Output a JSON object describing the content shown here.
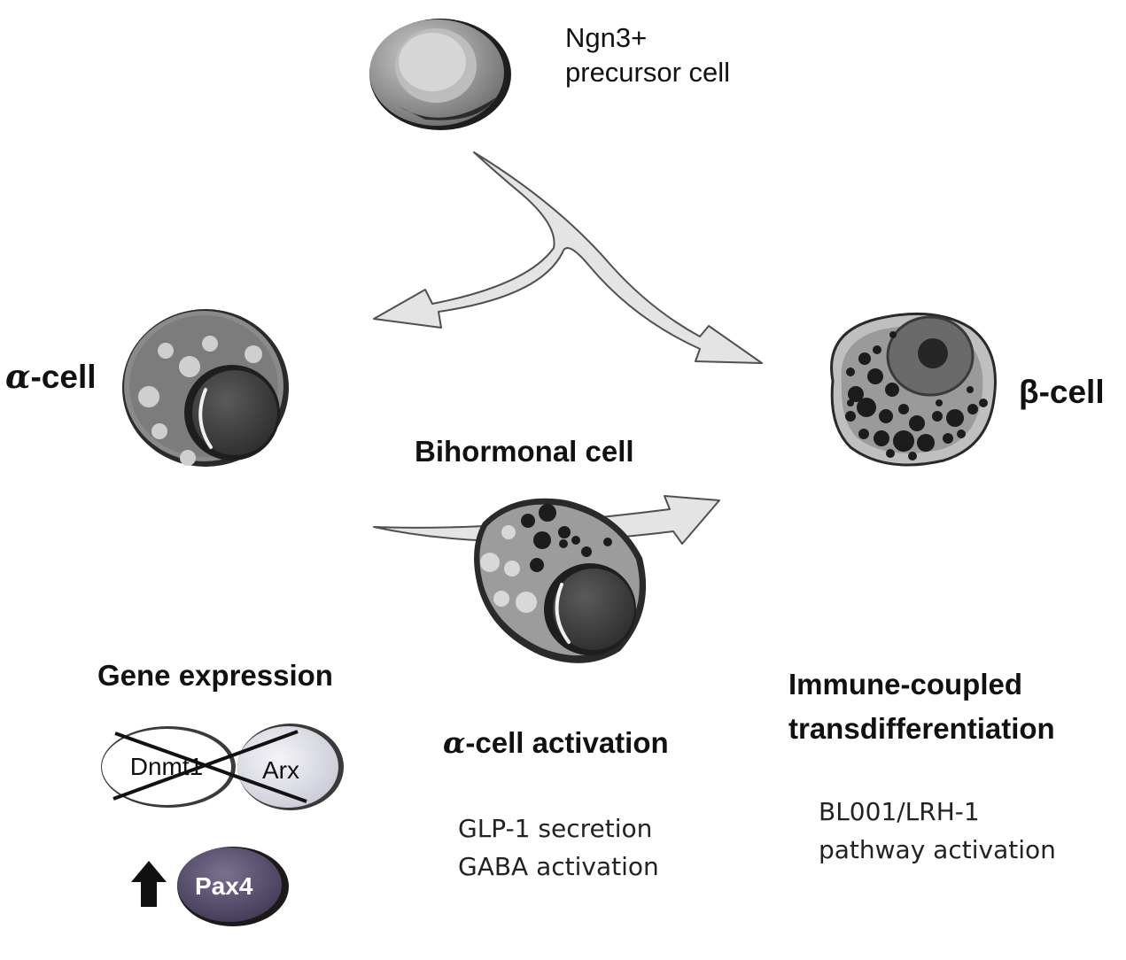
{
  "cells": {
    "precursor_label_line1": "Ngn3+",
    "precursor_label_line2": "precursor cell",
    "alpha_symbol": "α",
    "alpha_suffix": "-cell",
    "beta_label": "β-cell",
    "bihormonal_label": "Bihormonal cell"
  },
  "panels": {
    "gene_expression": {
      "title": "Gene expression",
      "gene1": "Dnmt1",
      "gene2": "Arx",
      "gene3": "Pax4"
    },
    "alpha_activation": {
      "title_symbol": "α",
      "title_suffix": "-cell activation",
      "line1": "GLP-1 secretion",
      "line2": "GABA activation"
    },
    "immune": {
      "title_line1": "Immune-coupled",
      "title_line2": "transdifferentiation",
      "line1": "BL001/LRH-1",
      "line2": "pathway activation"
    }
  }
}
